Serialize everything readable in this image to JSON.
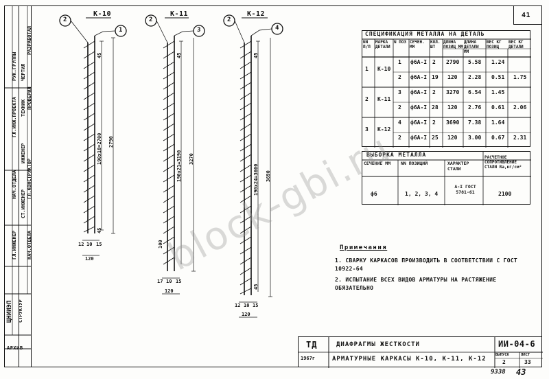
{
  "side_stamp": {
    "rows": [
      "ЧЕРТИЛ",
      "ТЕХНИК",
      "ИНЖЕНЕР",
      "СТ.ИНЖЕНЕР",
      "РУК.ГРУППЫ",
      "ГЛ.ИНЖ.ПРОЕКТА",
      "НАЧ.ОТДЕЛА",
      "ГЛ.ИНЖЕНЕР"
    ],
    "top_labels": [
      "РАЗРАБОТАЛ",
      "ПРОВЕРИЛ",
      "ГЛ.КОНСТРУКТОР",
      "НАЧ.ОТДЕЛА"
    ],
    "org": "ЦНИИЭП",
    "sub": "СТРУКТУР",
    "bottom": "АРХИВ"
  },
  "cages": [
    {
      "id": "k10",
      "title": "К-10",
      "top_mark": "1",
      "side_mark": "2",
      "spacing": "190х18=2700",
      "length": "2790",
      "top_dim": "45",
      "bottom_dim": "45",
      "widths": [
        "12",
        "10",
        "15"
      ],
      "base": "120"
    },
    {
      "id": "k11",
      "title": "К-11",
      "top_mark": "3",
      "side_mark": "2",
      "spacing": "190х21=3190",
      "length": "3270",
      "top_dim": "45",
      "bottom_dim": "100",
      "widths": [
        "17",
        "10",
        "15"
      ],
      "base": "120"
    },
    {
      "id": "k12",
      "title": "К-12",
      "top_mark": "4",
      "side_mark": "2",
      "spacing": "190х24=3600",
      "length": "3690",
      "top_dim": "45",
      "bottom_dim": "45",
      "widths": [
        "12",
        "10",
        "15"
      ],
      "base": "120"
    }
  ],
  "sheet_number": "41",
  "spec_table": {
    "title": "СПЕЦИФИКАЦИЯ МЕТАЛЛА НА ДЕТАЛЬ",
    "headers": [
      "NN П/П",
      "МАРКА ДЕТАЛИ",
      "N ПОЗ",
      "СЕЧЕН. ММ",
      "КОЛ. ШТ",
      "ДЛИНА ПОЗИЦ ММ",
      "ДЛИНА ДЕТАЛИ ММ",
      "ВЕС КГ ПОЗИЦ",
      "ВЕС КГ ДЕТАЛИ"
    ],
    "rows": [
      [
        "1",
        "К-10",
        "1",
        "ф6А-I",
        "2",
        "2790",
        "5.58",
        "1.24",
        ""
      ],
      [
        "",
        "",
        "2",
        "ф6А-I",
        "19",
        "120",
        "2.28",
        "0.51",
        "1.75"
      ],
      [
        "2",
        "К-11",
        "3",
        "ф6А-I",
        "2",
        "3270",
        "6.54",
        "1.45",
        ""
      ],
      [
        "",
        "",
        "2",
        "ф6А-I",
        "28",
        "120",
        "2.76",
        "0.61",
        "2.06"
      ],
      [
        "3",
        "К-12",
        "4",
        "ф6А-I",
        "2",
        "3690",
        "7.38",
        "1.64",
        ""
      ],
      [
        "",
        "",
        "2",
        "ф6А-I",
        "25",
        "120",
        "3.00",
        "0.67",
        "2.31"
      ]
    ]
  },
  "sample_table": {
    "title": "ВЫБОРКА МЕТАЛЛА",
    "headers": [
      "СЕЧЕНИЕ ММ",
      "NN ПОЗИЦИЙ",
      "ХАРАКТЕР СТАЛИ",
      "РАСЧЕТНОЕ СОПРОТИВЛЕНИЕ СТАЛИ Rа,кг/см²"
    ],
    "row": [
      "ф6",
      "1, 2, 3, 4",
      "А-I ГОСТ 5781-61",
      "2100"
    ]
  },
  "notes": {
    "heading": "Примечания",
    "items": [
      "1. СВАРКУ КАРКАСОВ ПРОИЗВОДИТЬ В СООТВЕТСТВИИ С ГОСТ 10922-64",
      "2. ИСПЫТАНИЕ ВСЕХ ВИДОВ АРМАТУРЫ НА РАСТЯЖЕНИЕ ОБЯЗАТЕЛЬНО"
    ]
  },
  "title_block": {
    "code_label": "ТД",
    "year": "1967г",
    "title1": "ДИАФРАГМЫ ЖЕСТКОСТИ",
    "title2": "АРМАТУРНЫЕ КАРКАСЫ К-10, К-11, К-12",
    "doc_code": "ИИ-04-6",
    "issue_label": "ВЫПУСК",
    "sheet_label": "ЛИСТ",
    "issue": "2",
    "sheet": "33"
  },
  "footer": {
    "stamp": "9338",
    "page": "43"
  },
  "watermark": "block-gbi.ru"
}
